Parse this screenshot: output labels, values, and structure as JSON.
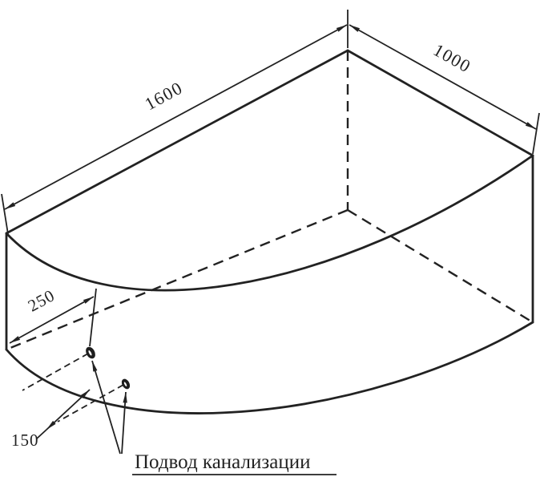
{
  "diagram": {
    "type": "technical-drawing",
    "subject": "corner-bathtub-isometric-view",
    "annotation": "Подвод канализации",
    "dimensions": {
      "length": "1600",
      "width": "1000",
      "drain_offset": "250",
      "drain_spacing": "150"
    },
    "style": {
      "line_color": "#222222",
      "background": "#ffffff"
    }
  }
}
